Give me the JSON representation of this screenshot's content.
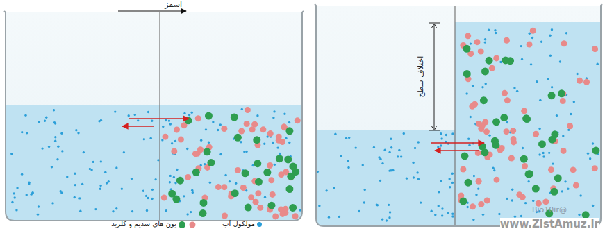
{
  "diagram": {
    "labels": [
      "اسمز",
      "اختلاف سطح",
      "@Bio10ir",
      "www.ZistAmuz.ir"
    ],
    "legend": [
      {
        "text": "یون های سدیم و کلرید"
      },
      {
        "text": "مولکول آب",
        "color": "#2b9fd9"
      }
    ]
  }
}
